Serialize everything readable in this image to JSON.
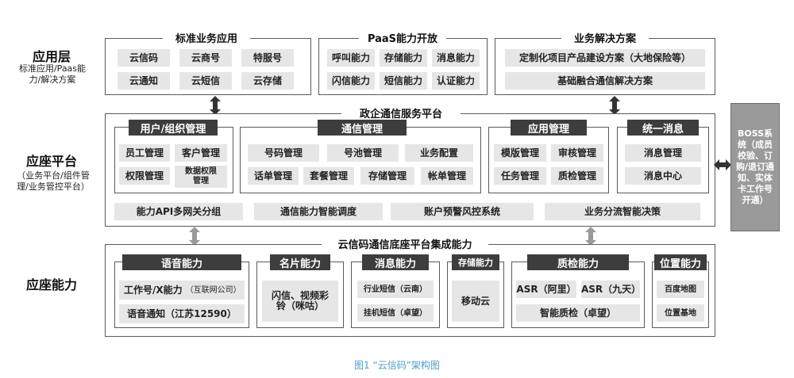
{
  "layers": {
    "app": {
      "title": "应用层",
      "subtitle": "标准应用/Paas能力/解决方案"
    },
    "platform": {
      "title": "应座平台",
      "subtitle": "（业务平台/组件管理/业务管控平台）"
    },
    "ability": {
      "title": "应座能力"
    }
  },
  "app_layer": {
    "standard": {
      "title": "标准业务应用",
      "items": [
        "云信码",
        "云商号",
        "特服号",
        "云通知",
        "云短信",
        "云存储"
      ]
    },
    "paas": {
      "title": "PaaS能力开放",
      "items": [
        "呼叫能力",
        "存储能力",
        "消息能力",
        "闪信能力",
        "短信能力",
        "认证能力"
      ]
    },
    "solution": {
      "title": "业务解决方案",
      "items": [
        "定制化项目产品建设方案（大地保险等）",
        "基础融合通信解决方案"
      ]
    }
  },
  "platform_layer": {
    "title": "政企通信服务平台",
    "user_mgmt": {
      "title": "用户/组织管理",
      "items": [
        "员工管理",
        "客户管理",
        "权限管理",
        "数据权限管理"
      ]
    },
    "comm_mgmt": {
      "title": "通信管理",
      "items": [
        "号码管理",
        "号池管理",
        "业务配置",
        "话单管理",
        "套餐管理",
        "存储管理",
        "帐单管理"
      ]
    },
    "app_mgmt": {
      "title": "应用管理",
      "items": [
        "模版管理",
        "审核管理",
        "任务管理",
        "质检管理"
      ]
    },
    "message": {
      "title": "统一消息",
      "items": [
        "消息管理",
        "消息中心"
      ]
    },
    "bottom_bar": [
      "能力API多网关分组",
      "通信能力智能调度",
      "账户预警风控系统",
      "业务分流智能决策"
    ]
  },
  "ability_layer": {
    "title": "云信码通信底座平台集成能力",
    "voice": {
      "title": "语音能力",
      "items": [
        "工作号/X能力",
        "（互联网公司）",
        "语音通知（江苏12590）"
      ]
    },
    "card": {
      "title": "名片能力",
      "items": [
        "闪信、视频彩铃（咪咕）"
      ]
    },
    "msg": {
      "title": "消息能力",
      "items": [
        "行业短信（云南）",
        "挂机短信（卓望）"
      ]
    },
    "storage": {
      "title": "存储能力",
      "items": [
        "移动云"
      ]
    },
    "qc": {
      "title": "质检能力",
      "items": [
        "ASR（阿里）",
        "ASR（九天）",
        "智能质检（卓望）"
      ]
    },
    "location": {
      "title": "位置能力",
      "items": [
        "百度地图",
        "位置基地"
      ]
    }
  },
  "boss": {
    "label": "BOSS系统（成员校验、订购/退订通知、实体卡工作号开通）"
  },
  "caption": "图1 “云信码”架构图"
}
